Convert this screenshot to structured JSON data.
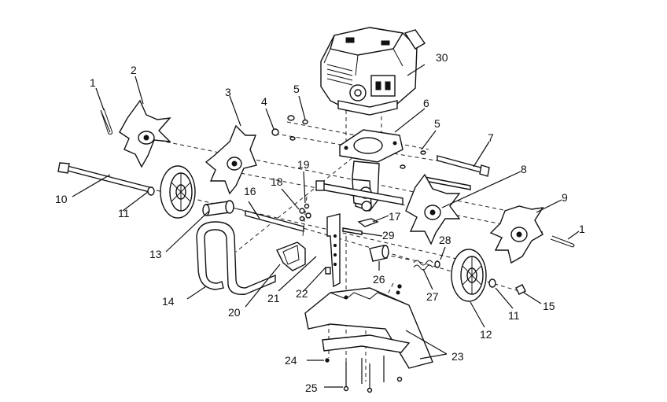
{
  "callouts": [
    {
      "id": "1a",
      "label": "1"
    },
    {
      "id": "1b",
      "label": "1"
    },
    {
      "id": "2",
      "label": "2"
    },
    {
      "id": "3",
      "label": "3"
    },
    {
      "id": "4",
      "label": "4"
    },
    {
      "id": "5a",
      "label": "5"
    },
    {
      "id": "5b",
      "label": "5"
    },
    {
      "id": "6",
      "label": "6"
    },
    {
      "id": "7",
      "label": "7"
    },
    {
      "id": "8",
      "label": "8"
    },
    {
      "id": "9",
      "label": "9"
    },
    {
      "id": "10",
      "label": "10"
    },
    {
      "id": "11a",
      "label": "11"
    },
    {
      "id": "11b",
      "label": "11"
    },
    {
      "id": "12",
      "label": "12"
    },
    {
      "id": "13",
      "label": "13"
    },
    {
      "id": "14",
      "label": "14"
    },
    {
      "id": "15",
      "label": "15"
    },
    {
      "id": "16",
      "label": "16"
    },
    {
      "id": "17",
      "label": "17"
    },
    {
      "id": "18",
      "label": "18"
    },
    {
      "id": "19",
      "label": "19"
    },
    {
      "id": "20",
      "label": "20"
    },
    {
      "id": "21",
      "label": "21"
    },
    {
      "id": "22",
      "label": "22"
    },
    {
      "id": "23",
      "label": "23"
    },
    {
      "id": "24",
      "label": "24"
    },
    {
      "id": "25",
      "label": "25"
    },
    {
      "id": "26",
      "label": "26"
    },
    {
      "id": "27",
      "label": "27"
    },
    {
      "id": "28",
      "label": "28"
    },
    {
      "id": "29",
      "label": "29"
    },
    {
      "id": "30",
      "label": "30"
    }
  ]
}
